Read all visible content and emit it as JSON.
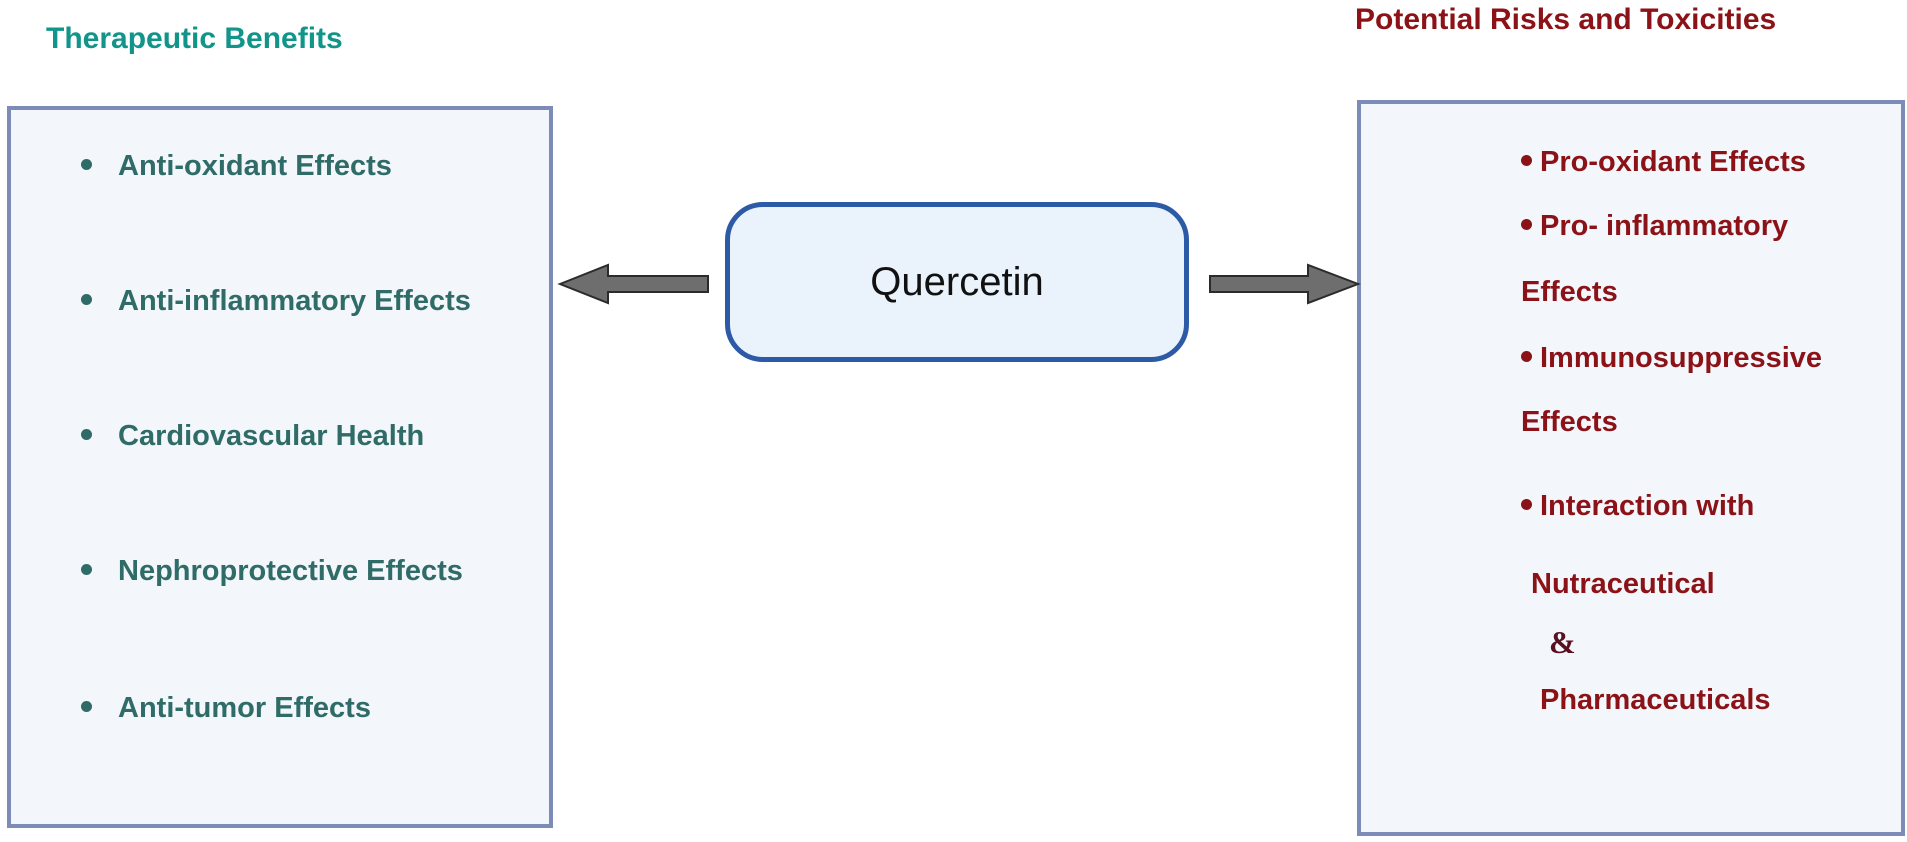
{
  "left_heading": "Therapeutic Benefits",
  "right_heading": "Potential Risks and Toxicities",
  "center_label": "Quercetin",
  "benefits": [
    "Anti-oxidant Effects",
    "Anti-inflammatory Effects",
    "Cardiovascular Health",
    "Nephroprotective Effects",
    "Anti-tumor Effects"
  ],
  "risks": {
    "pro_oxidant": "Pro-oxidant Effects",
    "pro_inflammatory": "Pro- inflammatory",
    "pro_inflammatory_cont": "Effects",
    "immunosuppressive": "Immunosuppressive",
    "immunosuppressive_cont": "Effects",
    "interaction": "Interaction with",
    "nutraceutical": "Nutraceutical",
    "ampersand": "&",
    "pharmaceuticals": "Pharmaceuticals"
  },
  "colors": {
    "benefit_heading": "#11958a",
    "benefit_text": "#2f6b67",
    "risk_text": "#8b1318",
    "panel_border": "#7c8cb6",
    "panel_fill": "#f3f6fb",
    "center_border": "#2d5aa6",
    "center_fill": "#eaf2fc",
    "arrow_fill": "#6e6e6e"
  }
}
